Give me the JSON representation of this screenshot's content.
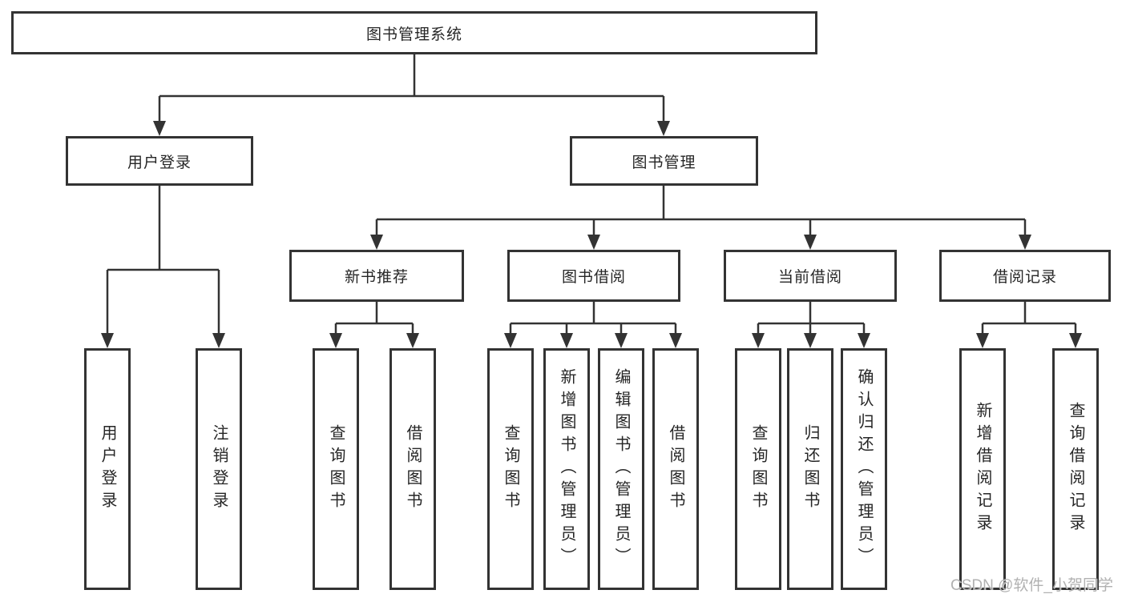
{
  "diagram": {
    "type": "tree",
    "title": "图书管理系统",
    "line_color": "#333333",
    "text_color": "#262626",
    "background_color": "#ffffff",
    "watermark": "CSDN @软件_小贺同学",
    "nodes": {
      "root": "图书管理系统",
      "user_login": "用户登录",
      "book_mgmt": "图书管理",
      "new_book_rec": "新书推荐",
      "book_borrow": "图书借阅",
      "current_borrow": "当前借阅",
      "borrow_records": "借阅记录",
      "leaf_user_login": "用户登录",
      "leaf_logout": "注销登录",
      "leaf_query_book_1": "查询图书",
      "leaf_borrow_book_1": "借阅图书",
      "leaf_query_book_2": "查询图书",
      "leaf_add_book": "新增图书（管理员）",
      "leaf_edit_book": "编辑图书（管理员）",
      "leaf_borrow_book_2": "借阅图书",
      "leaf_query_book_3": "查询图书",
      "leaf_return_book": "归还图书",
      "leaf_confirm_return": "确认归还（管理员）",
      "leaf_add_record": "新增借阅记录",
      "leaf_query_record": "查询借阅记录"
    },
    "hierarchy": [
      {
        "label": "图书管理系统",
        "children": [
          {
            "label": "用户登录",
            "children": [
              {
                "label": "用户登录"
              },
              {
                "label": "注销登录"
              }
            ]
          },
          {
            "label": "图书管理",
            "children": [
              {
                "label": "新书推荐",
                "children": [
                  {
                    "label": "查询图书"
                  },
                  {
                    "label": "借阅图书"
                  }
                ]
              },
              {
                "label": "图书借阅",
                "children": [
                  {
                    "label": "查询图书"
                  },
                  {
                    "label": "新增图书（管理员）"
                  },
                  {
                    "label": "编辑图书（管理员）"
                  },
                  {
                    "label": "借阅图书"
                  }
                ]
              },
              {
                "label": "当前借阅",
                "children": [
                  {
                    "label": "查询图书"
                  },
                  {
                    "label": "归还图书"
                  },
                  {
                    "label": "确认归还（管理员）"
                  }
                ]
              },
              {
                "label": "借阅记录",
                "children": [
                  {
                    "label": "新增借阅记录"
                  },
                  {
                    "label": "查询借阅记录"
                  }
                ]
              }
            ]
          }
        ]
      }
    ]
  }
}
